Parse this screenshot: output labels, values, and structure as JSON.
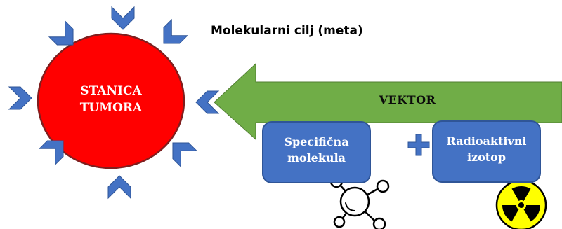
{
  "title": "Molekularni cilj (meta)",
  "cell": {
    "label_line1": "STANICA",
    "label_line2": "TUMORA"
  },
  "vector": {
    "label": "VEKTOR"
  },
  "box_molecule": {
    "line1": "Specifična",
    "line2": "molekula"
  },
  "box_isotope": {
    "line1": "Radioaktivni",
    "line2": "izotop"
  },
  "plus_sign": "+",
  "colors": {
    "cell_fill": "#ff0000",
    "receptor": "#4472c4",
    "arrow": "#70ad47",
    "box": "#4472c4",
    "radiation_yellow": "#ffff00"
  },
  "icons": [
    "receptor-chevron-icon",
    "molecule-icon",
    "radiation-hazard-icon"
  ]
}
